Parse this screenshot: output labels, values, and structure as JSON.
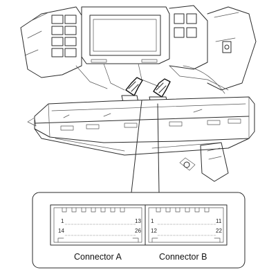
{
  "connectors": [
    {
      "label": "Connector A",
      "pins": {
        "top_left": "1",
        "top_right": "13",
        "bottom_left": "14",
        "bottom_right": "26"
      }
    },
    {
      "label": "Connector B",
      "pins": {
        "top_left": "1",
        "top_right": "11",
        "bottom_left": "12",
        "bottom_right": "22"
      }
    }
  ],
  "colors": {
    "line": "#2a2a2a",
    "background": "#ffffff"
  }
}
